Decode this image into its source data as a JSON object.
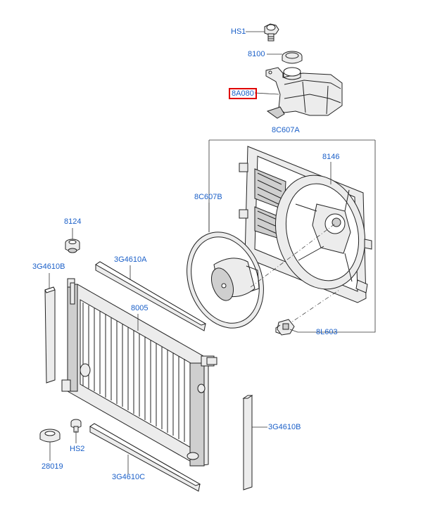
{
  "labels": {
    "hs1": "HS1",
    "cap_8100": "8100",
    "tank_8a080": "8A080",
    "shroud_8c607a": "8C607A",
    "frame_8146": "8146",
    "fan_8c607b": "8C607B",
    "connector_8l603": "8L603",
    "cap_8124": "8124",
    "seal_3g4610b_left": "3G4610B",
    "seal_3g4610a": "3G4610A",
    "radiator_8005": "8005",
    "seal_3g4610b_right": "3G4610B",
    "bolt_hs2": "HS2",
    "mount_28019": "28019",
    "seal_3g4610c": "3G4610C"
  },
  "highlight_color": "#e00000",
  "label_color": "#1a5fc8"
}
